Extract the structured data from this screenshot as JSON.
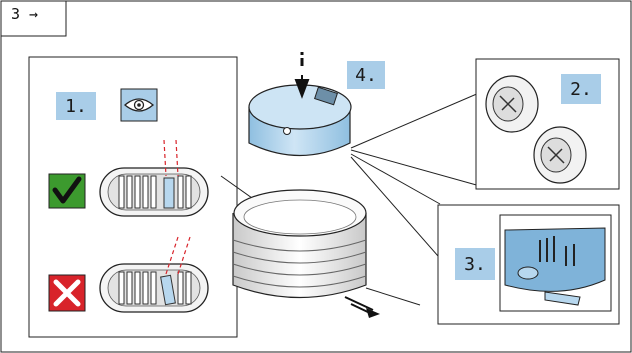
{
  "header": {
    "step_ref": "3 →"
  },
  "steps": {
    "inspect": "1.",
    "parts": "2.",
    "detail": "3.",
    "mount": "4."
  },
  "icons": {
    "inspect": "eye-icon",
    "correct": "checkmark-icon",
    "incorrect": "cross-icon"
  },
  "colors": {
    "label_bg": "#a9cde8",
    "housing_blue": "#b7d7ee",
    "check_green": "#3c9a2e",
    "cross_red": "#d8232a",
    "dashed_red": "#d8232a"
  }
}
